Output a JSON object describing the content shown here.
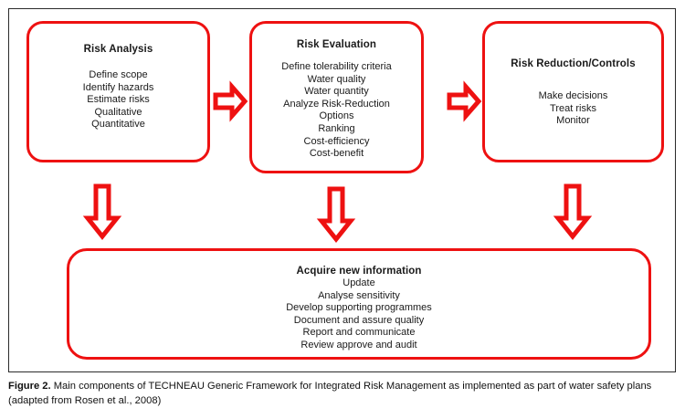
{
  "figure": {
    "accent_color": "#ee1111",
    "frame_color": "#2b2b2b",
    "caption_label": "Figure 2.",
    "caption_text": " Main components of TECHNEAU Generic Framework for Integrated Risk Management as implemented as part of water safety plans (adapted from Rosen et al., 2008)"
  },
  "diagram": {
    "boxes": [
      {
        "id": "risk-analysis",
        "title": "Risk Analysis",
        "lines": [
          "Define scope",
          "Identify hazards",
          "Estimate risks",
          "Qualitative",
          "Quantitative"
        ]
      },
      {
        "id": "risk-evaluation",
        "title": "Risk Evaluation",
        "lines": [
          "Define tolerability  criteria",
          "Water quality",
          "Water quantity",
          "Analyze Risk-Reduction",
          "Options",
          "Ranking",
          "Cost-efficiency",
          "Cost-benefit"
        ]
      },
      {
        "id": "risk-reduction",
        "title": "Risk Reduction/Controls",
        "lines": [
          "Make decisions",
          "Treat risks",
          "Monitor"
        ]
      },
      {
        "id": "acquire-info",
        "title": "Acquire new information",
        "lines": [
          "Update",
          "Analyse sensitivity",
          "Develop supporting  programmes",
          "Document and assure quality",
          "Report and communicate",
          "Review approve and audit"
        ]
      }
    ],
    "arrows": [
      {
        "id": "analysis-to-evaluation",
        "direction": "right"
      },
      {
        "id": "evaluation-to-reduction",
        "direction": "right"
      },
      {
        "id": "analysis-down",
        "direction": "down"
      },
      {
        "id": "evaluation-down",
        "direction": "down"
      },
      {
        "id": "reduction-down",
        "direction": "down"
      }
    ]
  },
  "chart_data": {
    "type": "diagram",
    "title": "TECHNEAU Generic Framework for Integrated Risk Management",
    "nodes": [
      {
        "name": "Risk Analysis",
        "items": [
          "Define scope",
          "Identify hazards",
          "Estimate risks",
          "Qualitative",
          "Quantitative"
        ]
      },
      {
        "name": "Risk Evaluation",
        "items": [
          "Define tolerability criteria",
          "Water quality",
          "Water quantity",
          "Analyze Risk-Reduction",
          "Options",
          "Ranking",
          "Cost-efficiency",
          "Cost-benefit"
        ]
      },
      {
        "name": "Risk Reduction/Controls",
        "items": [
          "Make decisions",
          "Treat risks",
          "Monitor"
        ]
      },
      {
        "name": "Acquire new information",
        "items": [
          "Update",
          "Analyse sensitivity",
          "Develop supporting programmes",
          "Document and assure quality",
          "Report and communicate",
          "Review approve and audit"
        ]
      }
    ],
    "edges": [
      {
        "from": "Risk Analysis",
        "to": "Risk Evaluation"
      },
      {
        "from": "Risk Evaluation",
        "to": "Risk Reduction/Controls"
      },
      {
        "from": "Risk Analysis",
        "to": "Acquire new information"
      },
      {
        "from": "Risk Evaluation",
        "to": "Acquire new information"
      },
      {
        "from": "Risk Reduction/Controls",
        "to": "Acquire new information"
      }
    ]
  }
}
